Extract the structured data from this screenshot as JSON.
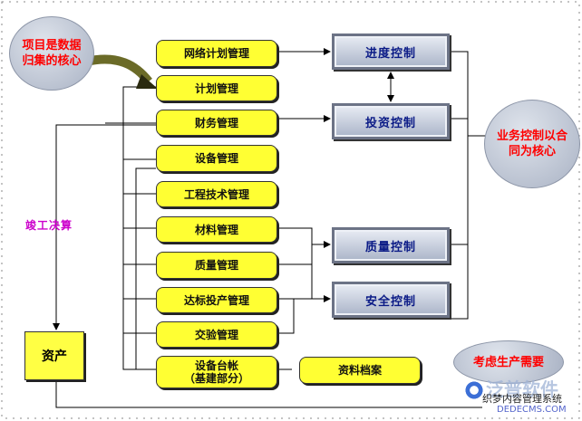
{
  "core_data": "项目是数据归集的核心",
  "core_business": "业务控制以合同为核心",
  "final_accounts": "竣工决算",
  "assets": "资产",
  "consider_production": "考虑生产需要",
  "modules": {
    "network_plan": "网络计划管理",
    "plan": "计划管理",
    "finance": "财务管理",
    "equipment": "设备管理",
    "engineering_tech": "工程技术管理",
    "materials": "材料管理",
    "quality": "质量管理",
    "production": "达标投产管理",
    "acceptance": "交验管理",
    "ledger_line1": "设备台帐",
    "ledger_line2": "（基建部分）",
    "archives": "资料档案"
  },
  "controls": {
    "progress": "进度控制",
    "investment": "投资控制",
    "quality": "质量控制",
    "safety": "安全控制"
  },
  "watermark": {
    "brand": "泛普软件",
    "cms": "织梦内容管理系统",
    "site": "DEDECMS.COM"
  }
}
